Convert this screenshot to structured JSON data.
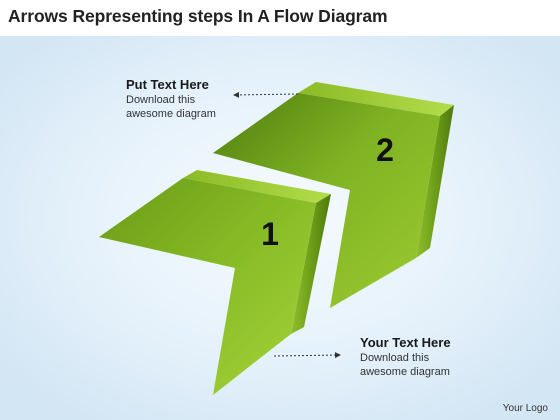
{
  "title": "Arrows Representing steps In A Flow Diagram",
  "steps": [
    {
      "number": "1"
    },
    {
      "number": "2"
    }
  ],
  "callouts": [
    {
      "heading": "Put Text Here",
      "body": "Download this awesome diagram"
    },
    {
      "heading": "Your Text Here",
      "body": "Download this awesome diagram"
    }
  ],
  "logo": "Your Logo",
  "colors": {
    "arrow_face": "#79ad1e",
    "arrow_side": "#5b8a12",
    "arrow_top": "#a7d23e",
    "connector": "#333333"
  }
}
